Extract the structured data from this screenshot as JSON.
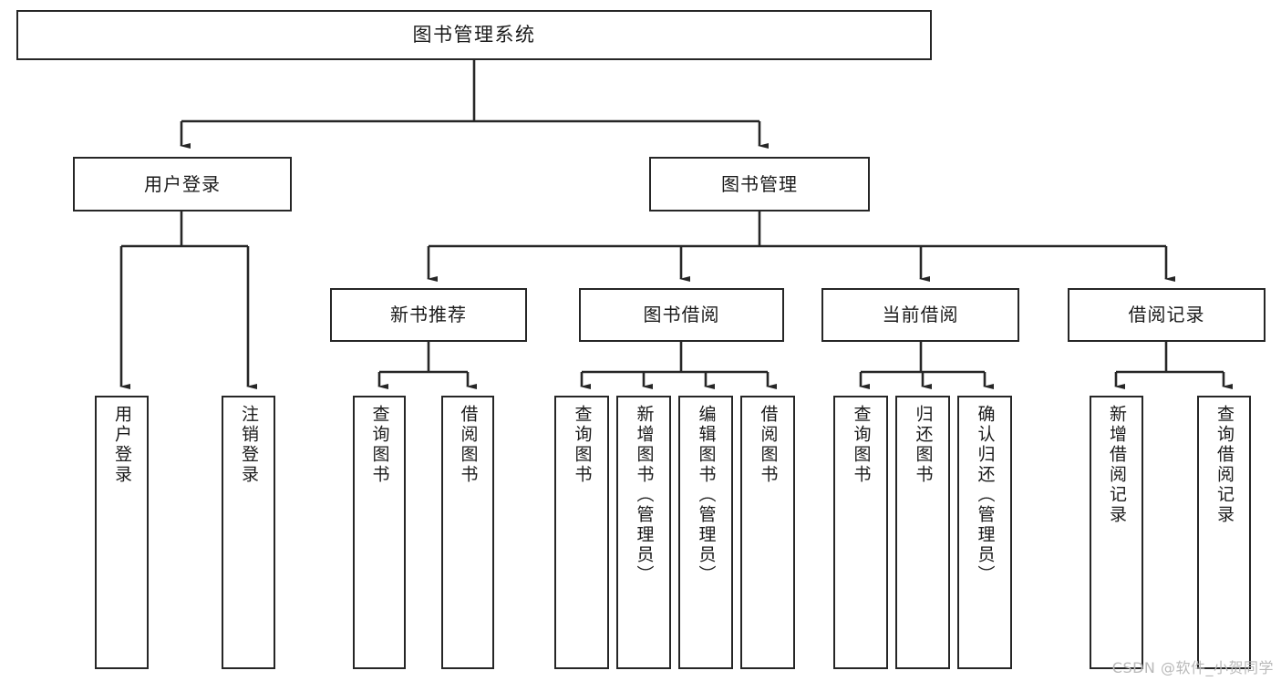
{
  "diagram": {
    "title": "图书管理系统",
    "type": "tree",
    "orientation": "top-down",
    "colors": {
      "node_border": "#262626",
      "node_fill": "#ffffff",
      "edge": "#262626",
      "background": "#ffffff",
      "watermark": "#b9b9b9"
    },
    "watermark": "CSDN @软件_小贺同学",
    "nodes": {
      "root": {
        "label": "图书管理系统",
        "level": 1
      },
      "level2": [
        {
          "id": "user-login",
          "label": "用户登录"
        },
        {
          "id": "book-manage",
          "label": "图书管理"
        }
      ],
      "level3": [
        {
          "id": "new-book-recommend",
          "label": "新书推荐",
          "parent": "book-manage"
        },
        {
          "id": "book-borrow",
          "label": "图书借阅",
          "parent": "book-manage"
        },
        {
          "id": "current-borrow",
          "label": "当前借阅",
          "parent": "book-manage"
        },
        {
          "id": "borrow-record",
          "label": "借阅记录",
          "parent": "book-manage"
        }
      ],
      "leaves": {
        "user-login": [
          {
            "id": "leaf-user-login",
            "label": "用户登录"
          },
          {
            "id": "leaf-user-logout",
            "label": "注销登录"
          }
        ],
        "new-book-recommend": [
          {
            "id": "leaf-query-book-1",
            "label": "查询图书"
          },
          {
            "id": "leaf-borrow-book-1",
            "label": "借阅图书"
          }
        ],
        "book-borrow": [
          {
            "id": "leaf-query-book-2",
            "label": "查询图书"
          },
          {
            "id": "leaf-add-book",
            "label": "新增图书（管理员）"
          },
          {
            "id": "leaf-edit-book",
            "label": "编辑图书（管理员）"
          },
          {
            "id": "leaf-borrow-book-2",
            "label": "借阅图书"
          }
        ],
        "current-borrow": [
          {
            "id": "leaf-query-book-3",
            "label": "查询图书"
          },
          {
            "id": "leaf-return-book",
            "label": "归还图书"
          },
          {
            "id": "leaf-confirm-return",
            "label": "确认归还（管理员）"
          }
        ],
        "borrow-record": [
          {
            "id": "leaf-add-record",
            "label": "新增借阅记录"
          },
          {
            "id": "leaf-query-record",
            "label": "查询借阅记录"
          }
        ]
      }
    }
  }
}
